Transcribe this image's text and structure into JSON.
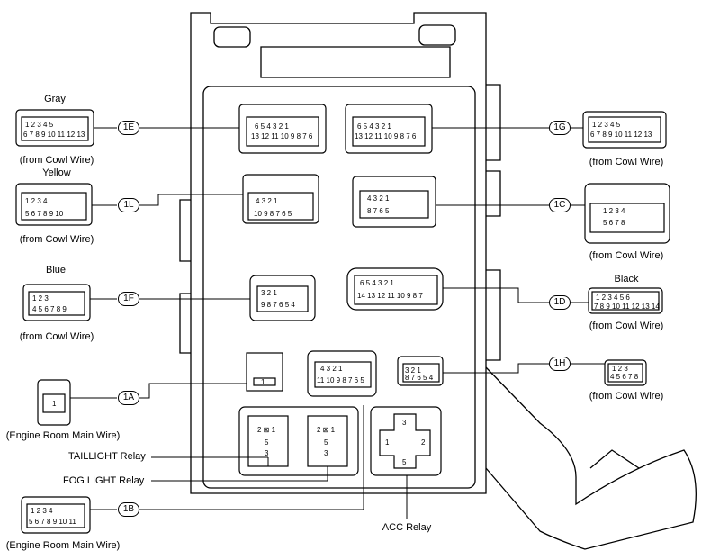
{
  "connectors": {
    "c1E": {
      "tag": "1E",
      "color": "Gray",
      "source": "(from Cowl Wire)"
    },
    "c1L": {
      "tag": "1L",
      "color": "Yellow",
      "source": "(from Cowl Wire)"
    },
    "c1F": {
      "tag": "1F",
      "color": "Blue",
      "source": "(from Cowl Wire)"
    },
    "c1A": {
      "tag": "1A",
      "source": "(Engine Room Main Wire)"
    },
    "c1B": {
      "tag": "1B",
      "source": "(Engine Room Main Wire)"
    },
    "c1G": {
      "tag": "1G",
      "source": "(from Cowl Wire)"
    },
    "c1C": {
      "tag": "1C",
      "source": "(from Cowl Wire)"
    },
    "c1D": {
      "tag": "1D",
      "color": "Black",
      "source": "(from Cowl Wire)"
    },
    "c1H": {
      "tag": "1H",
      "source": "(from Cowl Wire)"
    }
  },
  "relays": {
    "taillight": "TAILLIGHT Relay",
    "foglight": "FOG LIGHT Relay",
    "acc": "ACC Relay"
  }
}
